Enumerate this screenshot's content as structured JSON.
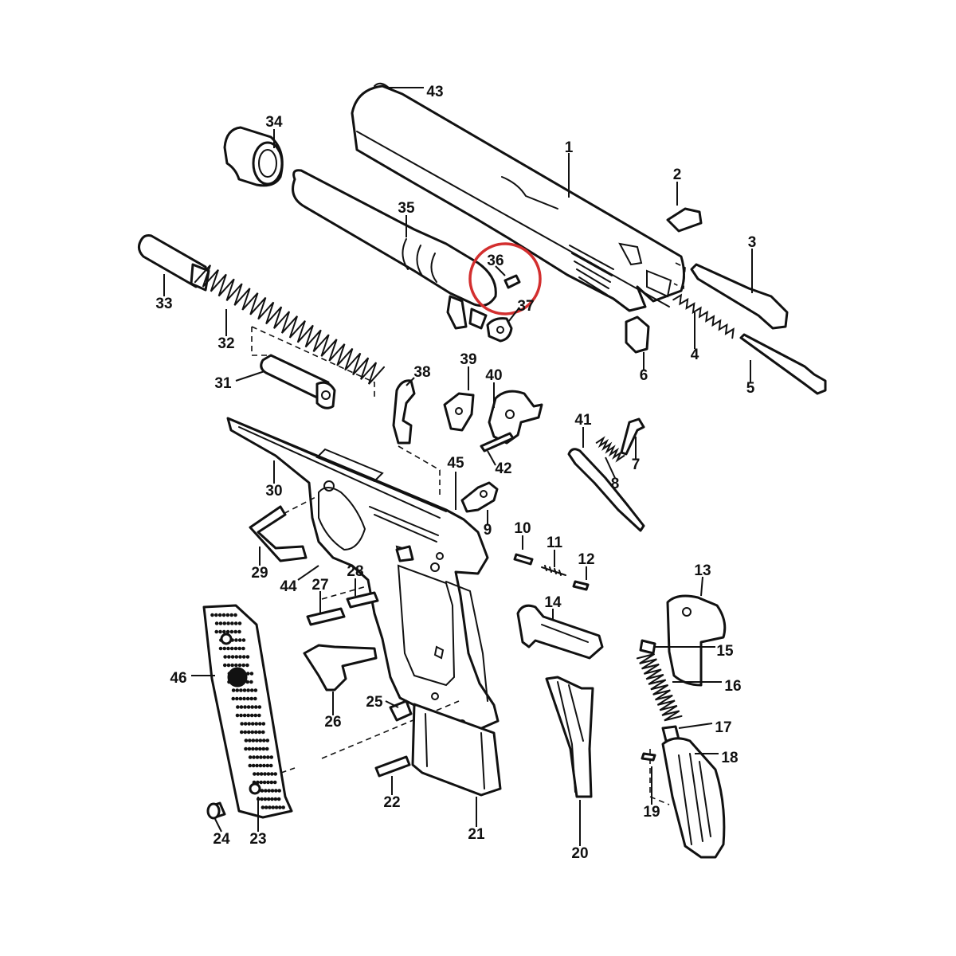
{
  "diagram": {
    "highlight_color": "#d32f2f",
    "ink_color": "#111111",
    "highlighted_part": "36",
    "callouts": [
      {
        "id": "p1",
        "label": "1"
      },
      {
        "id": "p2",
        "label": "2"
      },
      {
        "id": "p3",
        "label": "3"
      },
      {
        "id": "p4",
        "label": "4"
      },
      {
        "id": "p5",
        "label": "5"
      },
      {
        "id": "p6",
        "label": "6"
      },
      {
        "id": "p7",
        "label": "7"
      },
      {
        "id": "p8",
        "label": "8"
      },
      {
        "id": "p9",
        "label": "9"
      },
      {
        "id": "p10",
        "label": "10"
      },
      {
        "id": "p11",
        "label": "11"
      },
      {
        "id": "p12",
        "label": "12"
      },
      {
        "id": "p13",
        "label": "13"
      },
      {
        "id": "p14",
        "label": "14"
      },
      {
        "id": "p15",
        "label": "15"
      },
      {
        "id": "p16",
        "label": "16"
      },
      {
        "id": "p17",
        "label": "17"
      },
      {
        "id": "p18",
        "label": "18"
      },
      {
        "id": "p19",
        "label": "19"
      },
      {
        "id": "p20",
        "label": "20"
      },
      {
        "id": "p21",
        "label": "21"
      },
      {
        "id": "p22",
        "label": "22"
      },
      {
        "id": "p23",
        "label": "23"
      },
      {
        "id": "p24",
        "label": "24"
      },
      {
        "id": "p25",
        "label": "25"
      },
      {
        "id": "p26",
        "label": "26"
      },
      {
        "id": "p27",
        "label": "27"
      },
      {
        "id": "p28",
        "label": "28"
      },
      {
        "id": "p29",
        "label": "29"
      },
      {
        "id": "p30",
        "label": "30"
      },
      {
        "id": "p31",
        "label": "31"
      },
      {
        "id": "p32",
        "label": "32"
      },
      {
        "id": "p33",
        "label": "33"
      },
      {
        "id": "p34",
        "label": "34"
      },
      {
        "id": "p35",
        "label": "35"
      },
      {
        "id": "p36",
        "label": "36"
      },
      {
        "id": "p37",
        "label": "37"
      },
      {
        "id": "p38",
        "label": "38"
      },
      {
        "id": "p39",
        "label": "39"
      },
      {
        "id": "p40",
        "label": "40"
      },
      {
        "id": "p41",
        "label": "41"
      },
      {
        "id": "p42",
        "label": "42"
      },
      {
        "id": "p43",
        "label": "43"
      },
      {
        "id": "p44",
        "label": "44"
      },
      {
        "id": "p45",
        "label": "45"
      },
      {
        "id": "p46",
        "label": "46"
      }
    ]
  }
}
